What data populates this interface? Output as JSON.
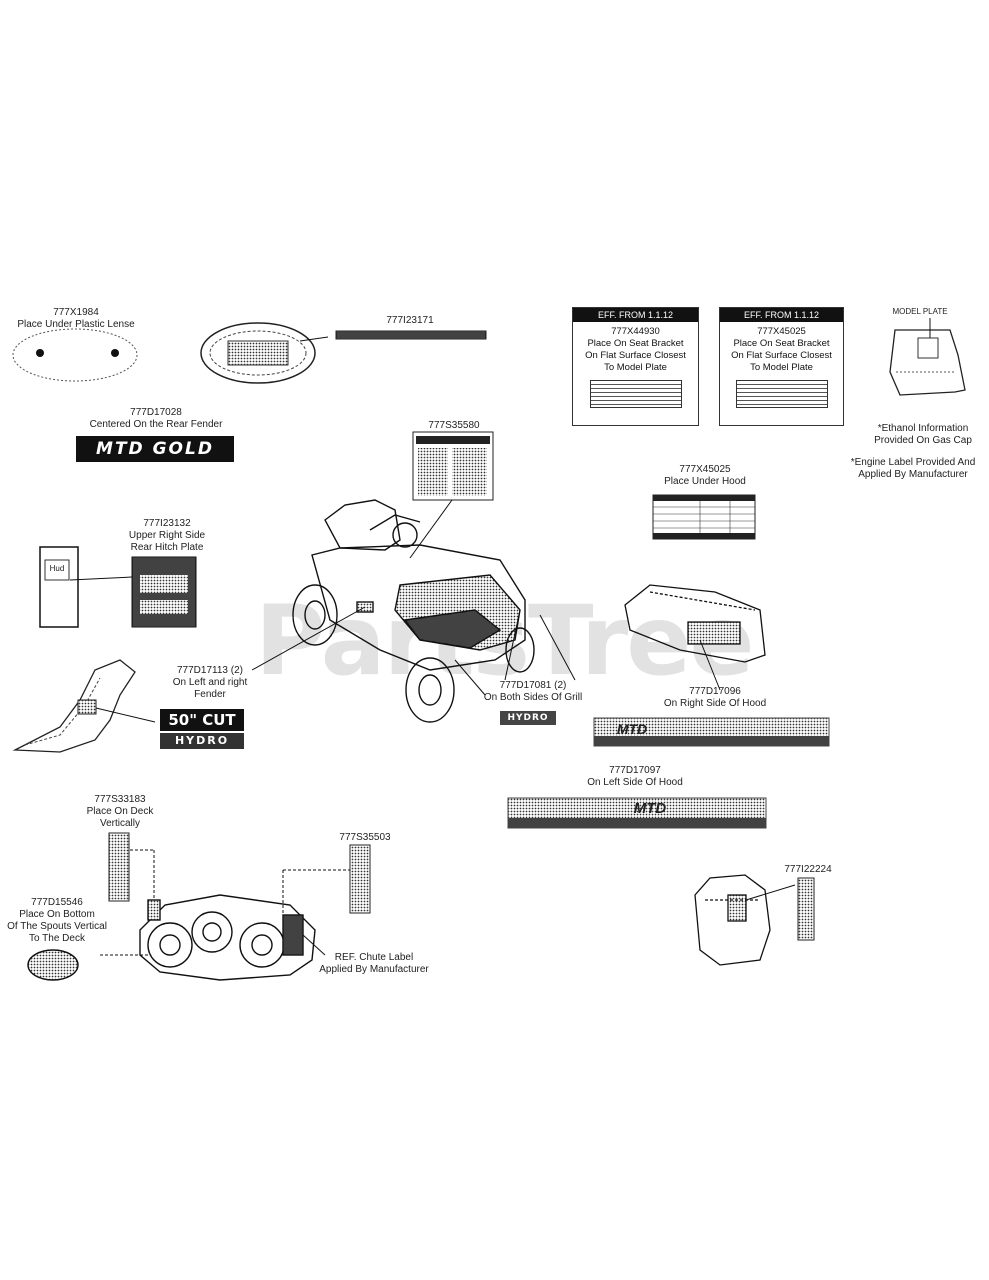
{
  "watermark": "PartsTree",
  "parts": {
    "p777X1984": [
      "777X1984",
      "Place Under Plastic Lense"
    ],
    "p777I23171": [
      "777I23171"
    ],
    "p777D17028": [
      "777D17028",
      "Centered On the Rear Fender"
    ],
    "p777S35580": [
      "777S35580"
    ],
    "p777X44930": [
      "777X44930",
      "Place On Seat Bracket",
      "On Flat Surface Closest",
      "To Model Plate"
    ],
    "p777X45025a": [
      "777X45025",
      "Place On Seat Bracket",
      "On Flat Surface Closest",
      "To Model Plate"
    ],
    "model_plate": [
      "MODEL PLATE"
    ],
    "ethanol": [
      "*Ethanol Information",
      "Provided On Gas Cap"
    ],
    "engine": [
      "*Engine Label Provided And",
      "Applied By Manufacturer"
    ],
    "p777X45025b": [
      "777X45025",
      "Place Under Hood"
    ],
    "p777I23132": [
      "777I23132",
      "Upper Right Side",
      "Rear Hitch Plate"
    ],
    "p777D17113": [
      "777D17113 (2)",
      "On Left and right",
      "Fender"
    ],
    "p777D17081": [
      "777D17081 (2)",
      "On Both Sides Of Grill"
    ],
    "p777D17096": [
      "777D17096",
      "On Right Side Of Hood"
    ],
    "p777D17097": [
      "777D17097",
      "On Left Side Of Hood"
    ],
    "p777S33183": [
      "777S33183",
      "Place On Deck",
      "Vertically"
    ],
    "p777S35503": [
      "777S35503"
    ],
    "p777D15546": [
      "777D15546",
      "Place On Bottom",
      "Of The Spouts Vertical",
      "To The Deck"
    ],
    "chute": [
      "REF. Chute Label",
      "Applied By Manufacturer"
    ],
    "p777I22224": [
      "777I22224"
    ]
  },
  "decals": {
    "mtd_gold": "MTD GOLD",
    "eff_from_a": "EFF. FROM 1.1.12",
    "eff_from_b": "EFF. FROM 1.1.12",
    "cut_50": "50\" CUT",
    "hydro_small": "HYDRO",
    "hydro_grill": "HYDRO",
    "hitch_label": "Hud",
    "mtd_hood_right": "MTD",
    "mtd_hood_left": "MTD"
  }
}
